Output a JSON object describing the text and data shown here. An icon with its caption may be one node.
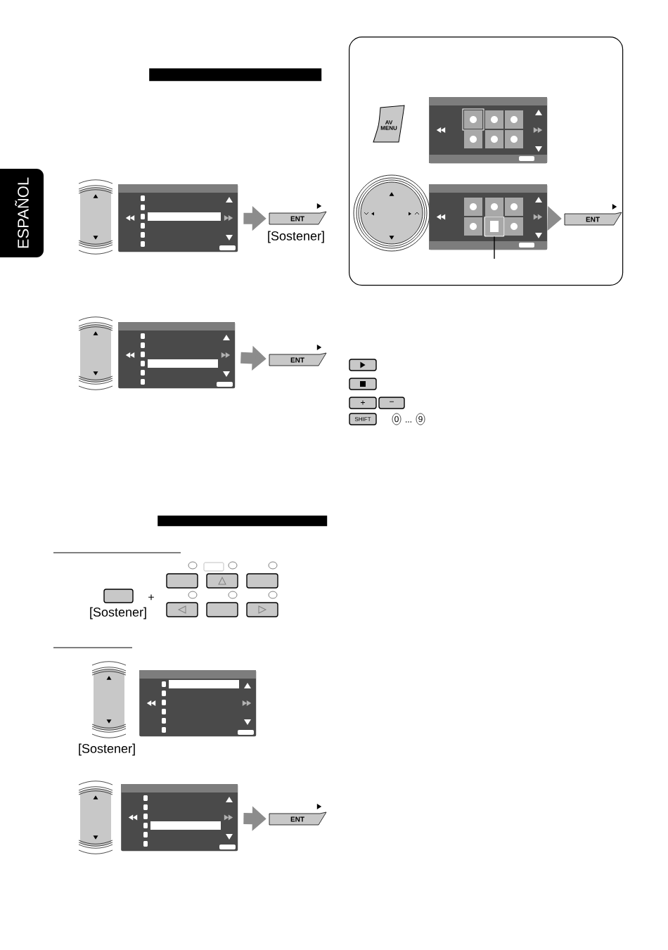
{
  "diagram": {
    "nodes": [
      {
        "text": [],
        "shape": "box"
      },
      {
        "text": [
          "ENT"
        ],
        "beside": [
          "[Sostener]"
        ]
      },
      {
        "text": [],
        "shape": "box"
      },
      {
        "text": [
          "ENT"
        ]
      },
      {
        "text": [],
        "shape": "box"
      },
      {
        "text": [
          "AV MENU"
        ],
        "in": 4
      },
      {
        "text": [],
        "shape": "box",
        "in": 4
      },
      {
        "text": [],
        "shape": "box",
        "in": 4
      },
      {
        "text": [],
        "shape": "box",
        "in": 7
      },
      {
        "text": [
          "ENT"
        ],
        "in": 4
      },
      {
        "text": [],
        "shape": "box"
      },
      {
        "text": [],
        "shape": "box"
      },
      {
        "text": [
          "ENT"
        ]
      },
      {
        "text": [],
        "shape": "bar"
      },
      {
        "text": [],
        "shape": "bar"
      }
    ],
    "edges": [
      {
        "from": 0,
        "to": 1,
        "arrow": "to"
      },
      {
        "from": 2,
        "to": 3,
        "arrow": "to"
      },
      {
        "from": 7,
        "to": 9,
        "arrow": "to"
      },
      {
        "from": null,
        "to": 8,
        "arrow": "none",
        "color": "#000000"
      },
      {
        "from": 11,
        "to": 12,
        "arrow": "to"
      }
    ],
    "labels": [
      "ESPAÑOL",
      "+",
      "−",
      "SHIFT",
      "0",
      "...",
      "9",
      "[Sostener]",
      "+",
      "[Sostener]"
    ]
  }
}
